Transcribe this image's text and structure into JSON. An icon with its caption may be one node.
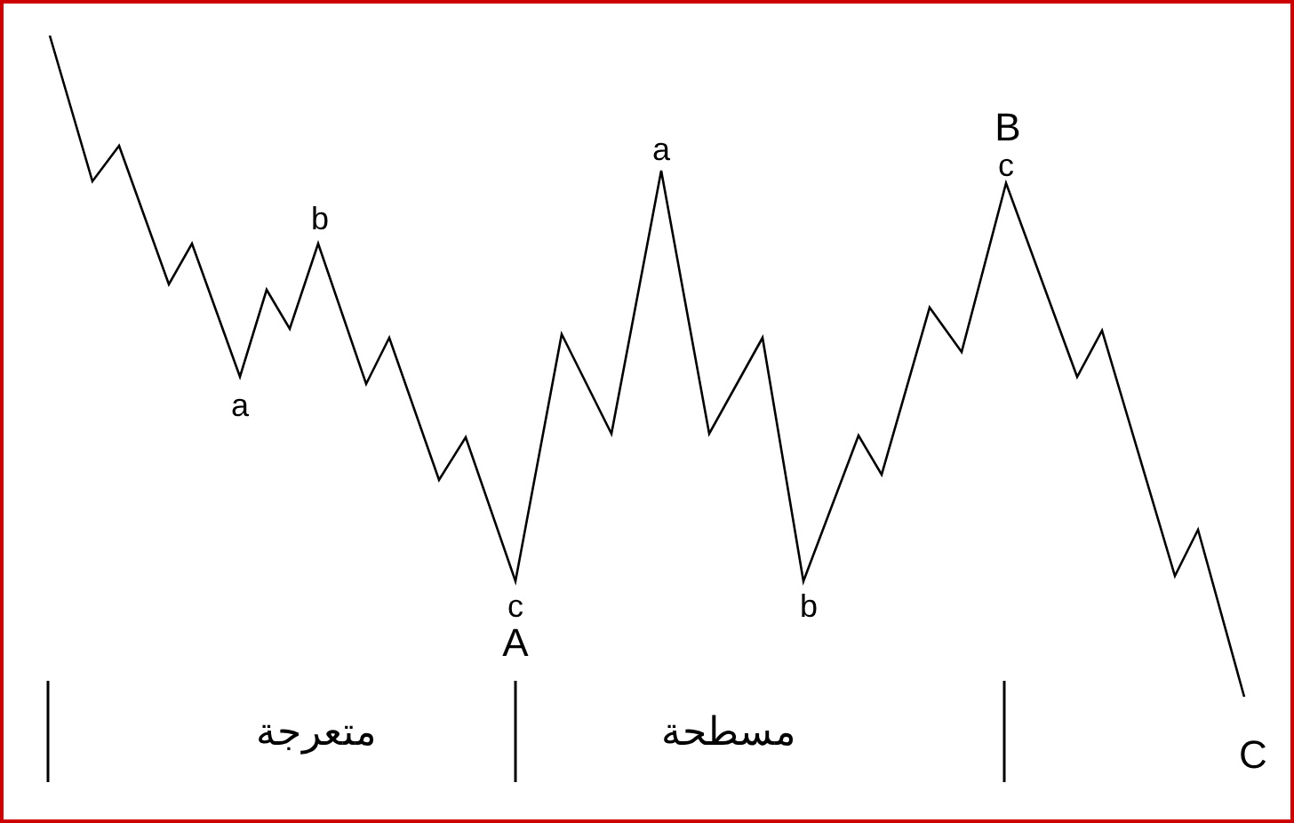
{
  "diagram": {
    "labels": [
      "B",
      "c",
      "a",
      "b",
      "a",
      "c",
      "b",
      "A",
      "متعرجة",
      "مسطحة",
      "C"
    ]
  }
}
